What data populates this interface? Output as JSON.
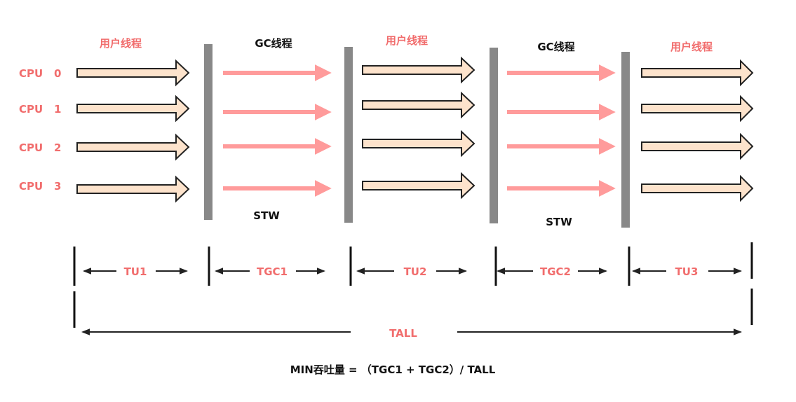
{
  "phase_labels": {
    "user1": "用户线程",
    "gc1": "GC线程",
    "user2": "用户线程",
    "gc2": "GC线程",
    "user3": "用户线程"
  },
  "cpus": [
    {
      "label": "CPU",
      "num": "0"
    },
    {
      "label": "CPU",
      "num": "1"
    },
    {
      "label": "CPU",
      "num": "2"
    },
    {
      "label": "CPU",
      "num": "3"
    }
  ],
  "stw": [
    "STW",
    "STW"
  ],
  "intervals": [
    "TU1",
    "TGC1",
    "TU2",
    "TGC2",
    "TU3"
  ],
  "total": "TALL",
  "formula": "MIN吞吐量 = （TGC1 + TGC2）/ TALL",
  "colors": {
    "user_arrow_fill": "#fde3cc",
    "user_arrow_stroke": "#222222",
    "gc_arrow": "#ff9b9b",
    "divider": "#888888",
    "label_red": "#f16d6d"
  }
}
